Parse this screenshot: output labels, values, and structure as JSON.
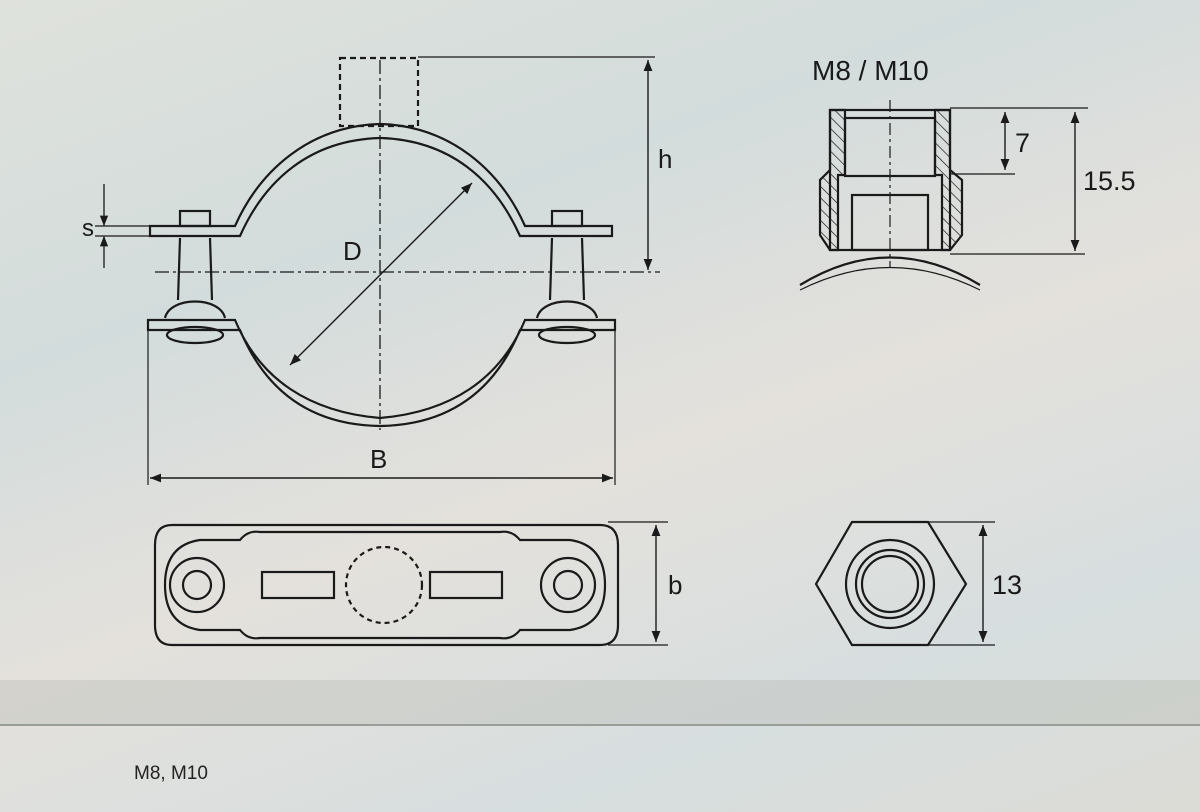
{
  "drawing": {
    "title": "Pipe clamp technical drawing",
    "dimension_labels": {
      "s": "s",
      "D": "D",
      "h": "h",
      "B": "B",
      "b": "b",
      "thread": "M8 / M10",
      "thread_depth": "7",
      "nut_height": "15.5",
      "hex_width": "13"
    }
  },
  "caption": "M8, M10",
  "colors": {
    "line": "#1a1a1a",
    "background": "#dcdfda"
  }
}
